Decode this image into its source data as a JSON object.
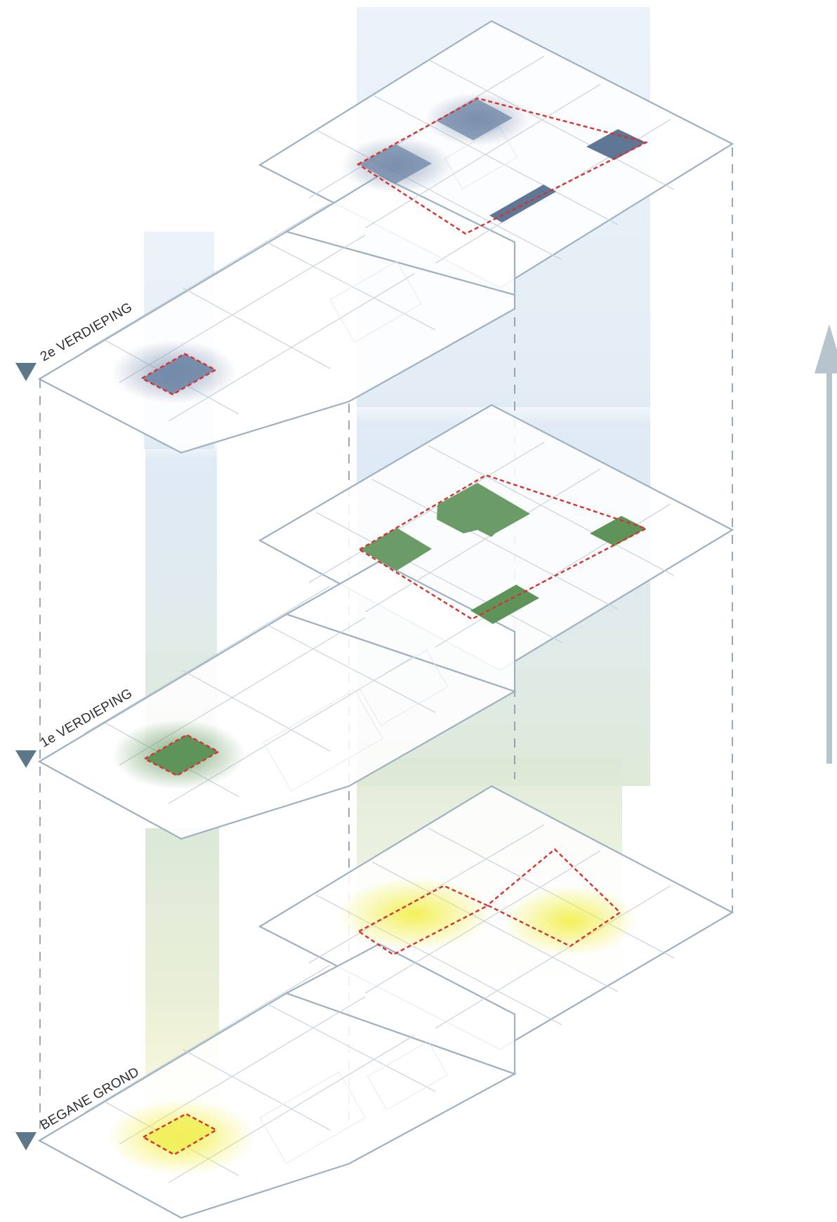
{
  "labels": {
    "floor_2": "2e VERDIEPING",
    "floor_1": "1e VERDIEPING",
    "floor_0": "BEGANE GROND"
  },
  "colors": {
    "blue_zone": "#6f86a6",
    "green_zone": "#5e945a",
    "yellow_zone": "#f1ee5a",
    "marker": "#5c7788",
    "arrow": "#b6c4cd",
    "boundary": "#d7332e"
  },
  "icons": {
    "level_marker": "triangle-down-icon",
    "direction_arrow": "arrow-up-icon"
  }
}
